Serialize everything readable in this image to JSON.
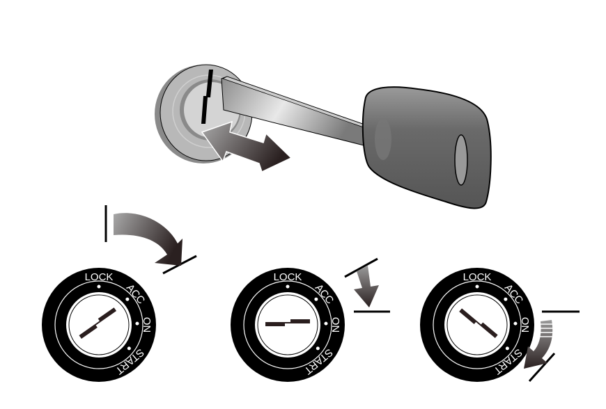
{
  "top_switch": {
    "label": "LOCK"
  },
  "positions": [
    "LOCK",
    "ACC",
    "ON",
    "START"
  ],
  "switches": [
    {
      "state": "LOCK to ACC",
      "key_angle_deg": -35
    },
    {
      "state": "ACC to ON",
      "key_angle_deg": 0
    },
    {
      "state": "ON to START",
      "key_angle_deg": 40
    }
  ],
  "colors": {
    "ring": "#000000",
    "bezel": "#b4b4b4",
    "key": "#5a5a5a",
    "arrow_dark": "#2a2020"
  }
}
